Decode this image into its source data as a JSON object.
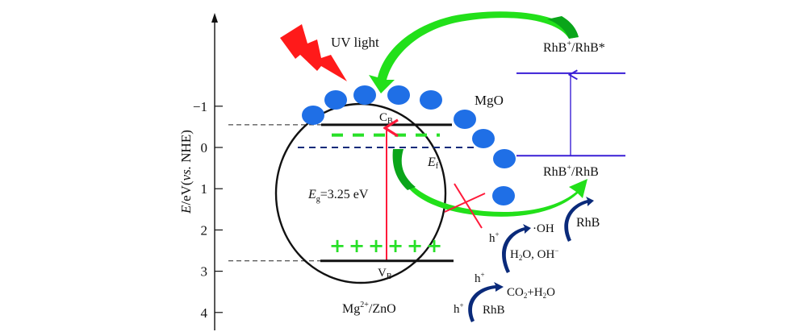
{
  "axis": {
    "label_italic": "E",
    "label_rest": "/eV(",
    "label_vs": "vs.",
    "label_end": " NHE)",
    "ticks": [
      {
        "label": "−1",
        "value": -1
      },
      {
        "label": "0",
        "value": 0
      },
      {
        "label": "1",
        "value": 1
      },
      {
        "label": "2",
        "value": 2
      },
      {
        "label": "3",
        "value": 3
      },
      {
        "label": "4",
        "value": 4
      }
    ]
  },
  "semiconductor": {
    "name": "Mg",
    "name_sup": "2+",
    "name_rest": "/ZnO",
    "cb_label": "C",
    "cb_sub": "B",
    "cb_level": -0.55,
    "vb_label": "V",
    "vb_sub": "B",
    "vb_level": 2.75,
    "fermi_label": "E",
    "fermi_sub": "f",
    "fermi_level": 0.0,
    "defect_level": -0.3,
    "bandgap_label_italic": "E",
    "bandgap_sub": "g",
    "bandgap_value": "=3.25 eV",
    "holes": [
      "+",
      "+",
      "+",
      "+",
      "+",
      "+"
    ]
  },
  "shell": {
    "label": "MgO",
    "particle_color": "#1f6fe6"
  },
  "light": {
    "label": "UV light",
    "color": "#ff1a1a"
  },
  "dye": {
    "excited": {
      "label": "RhB",
      "sup": "+",
      "rest": "/RhB*",
      "level": -1.8
    },
    "ground": {
      "label": "RhB",
      "sup": "+",
      "rest": "/RhB",
      "level": 0.2
    },
    "color": "#3a1fd6"
  },
  "reactions": {
    "h1": "h",
    "h_sup": "+",
    "oh": "·OH",
    "water_a": "H",
    "water_sub": "2",
    "water_b": "O, OH",
    "water_sup": "−",
    "rhb_top": "RhB",
    "co2_a": "CO",
    "co2_sub": "2",
    "co2_b": "+H",
    "co2_sub2": "2",
    "co2_c": "O",
    "rhb_bottom": "RhB"
  },
  "colors": {
    "green_arrow": "#22e01a",
    "green_dark": "#0aa51a",
    "red": "#ff1a3a",
    "navy": "#0a2a7a",
    "dash_green": "#28e028"
  }
}
